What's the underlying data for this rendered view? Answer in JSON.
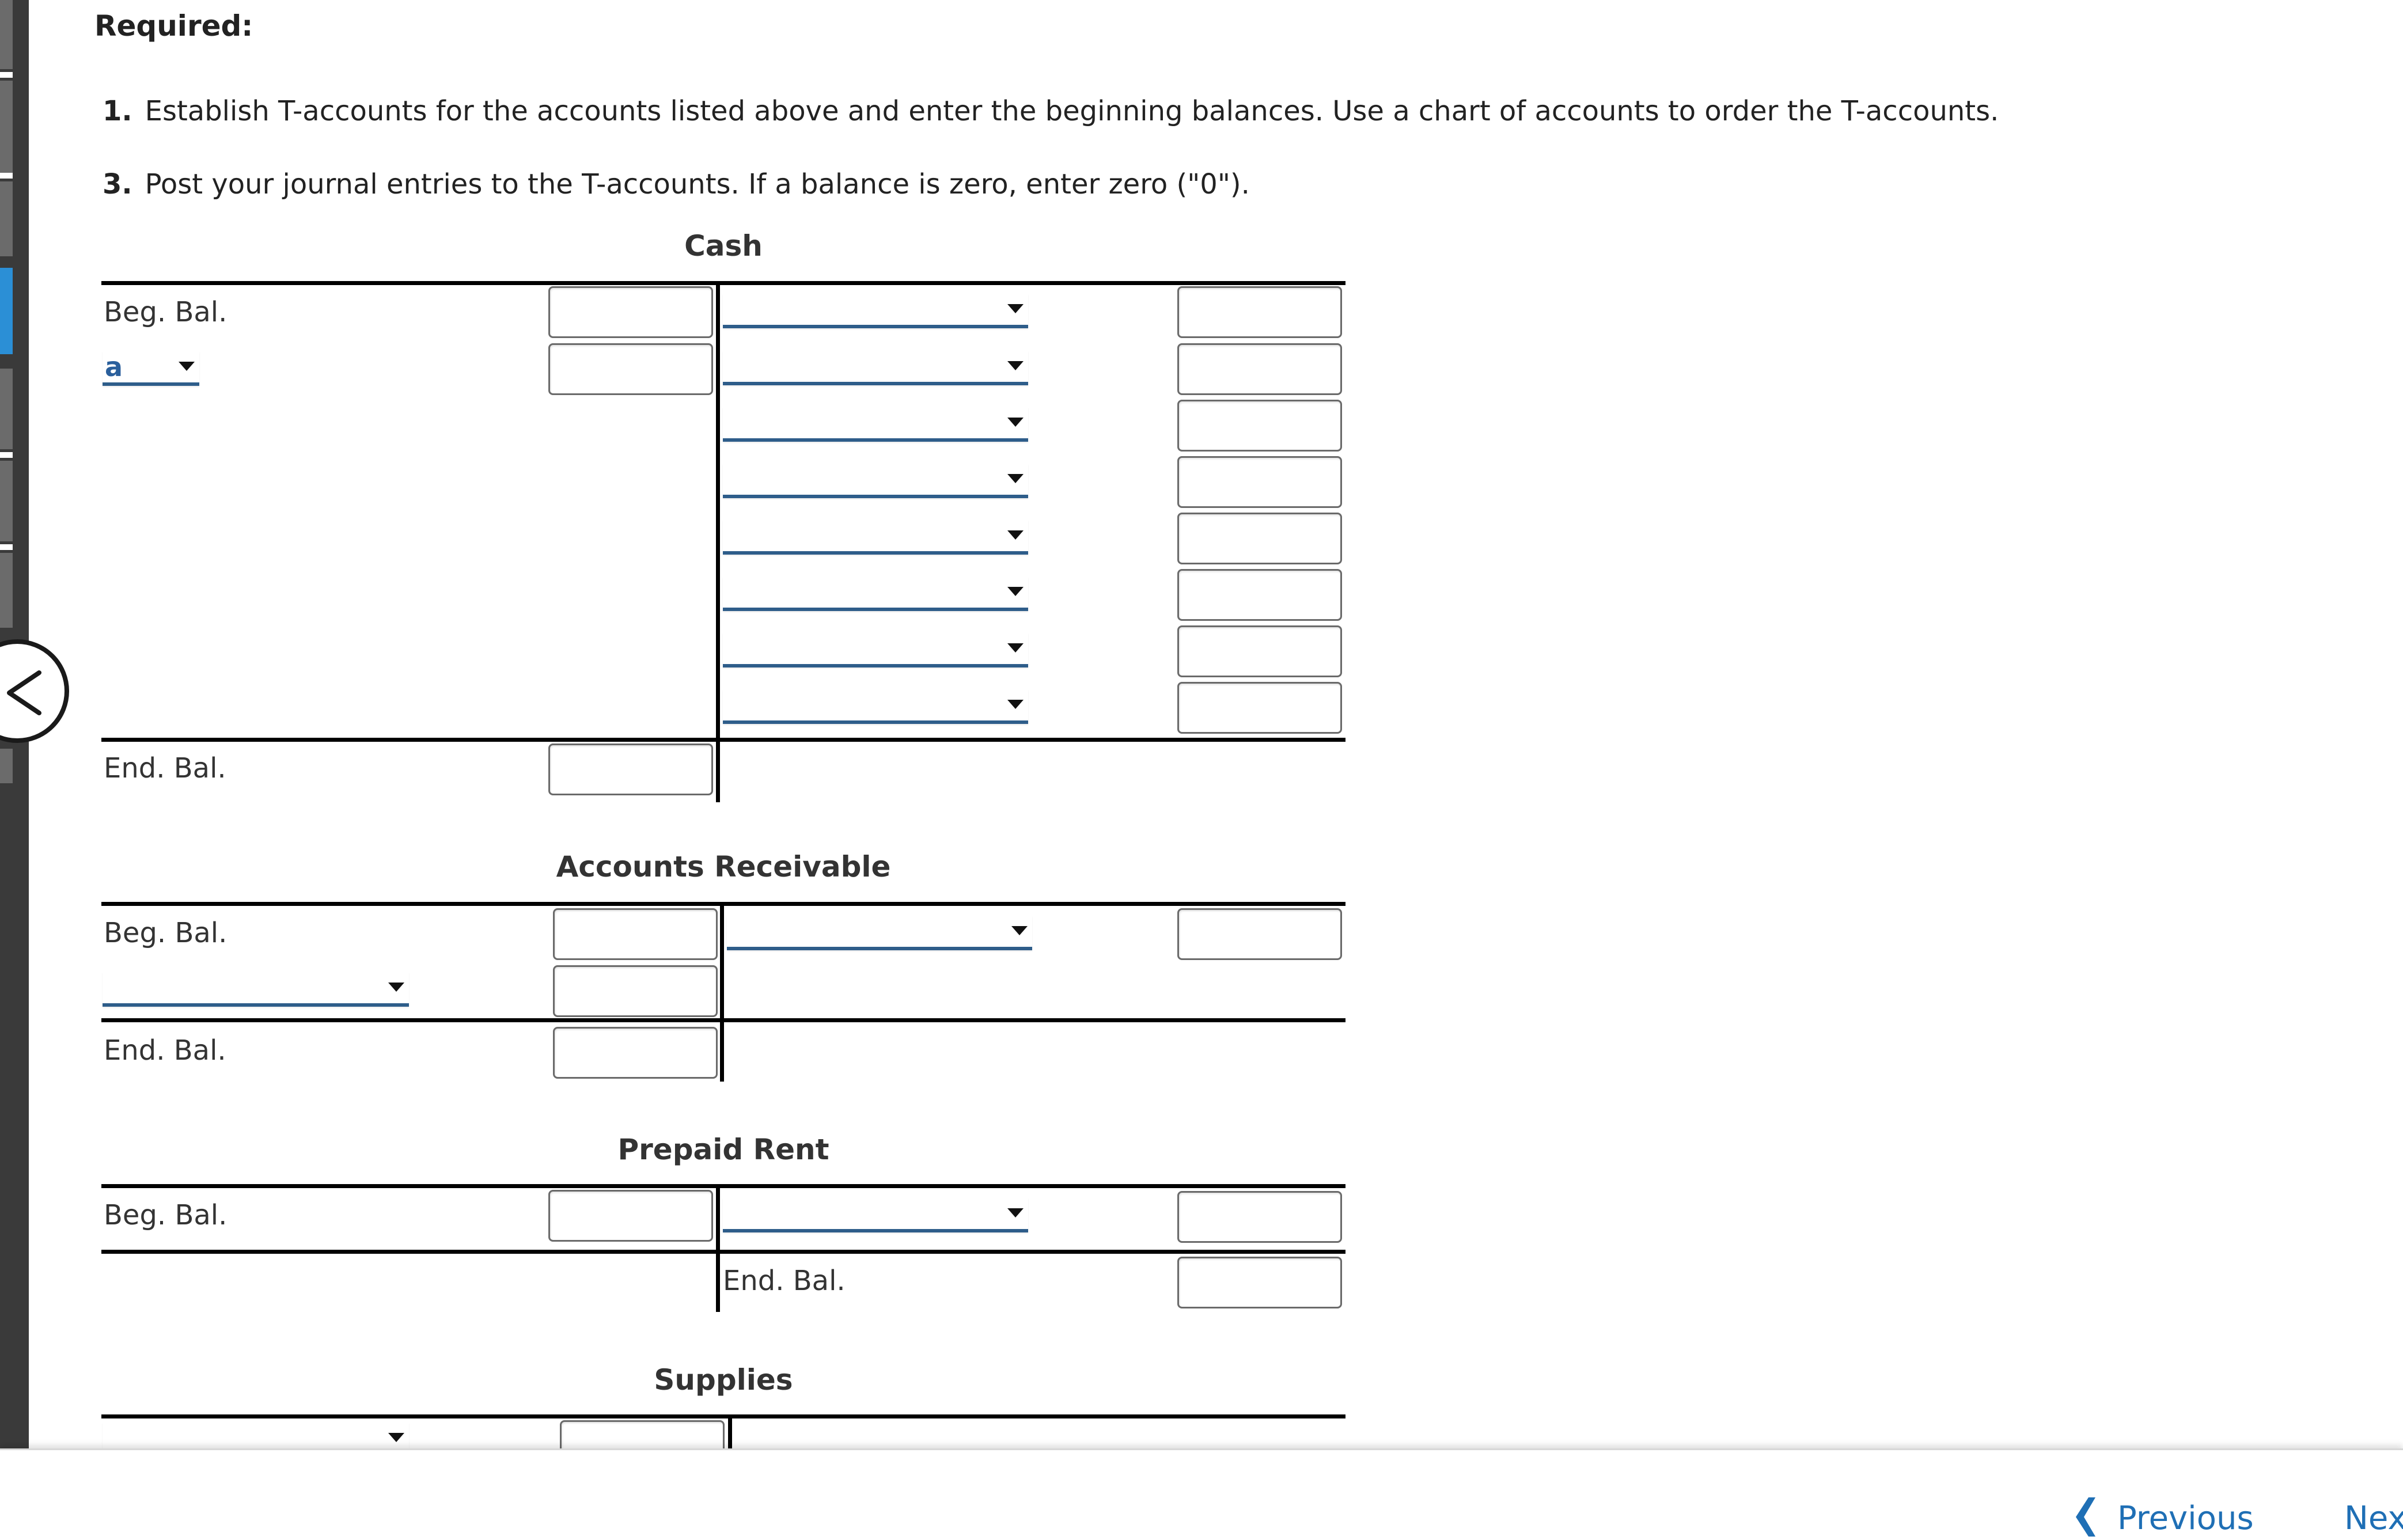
{
  "required_heading": "Required:",
  "instructions": [
    {
      "num": "1.",
      "text": "Establish T-accounts for the accounts listed above and enter the beginning balances. Use a chart of accounts to order the T-accounts."
    },
    {
      "num": "3.",
      "text": "Post your journal entries to the T-accounts. If a balance is zero, enter zero (\"0\")."
    }
  ],
  "accounts": {
    "cash": {
      "title": "Cash",
      "beg_label": "Beg. Bal.",
      "end_label": "End. Bal.",
      "debit_selected": "a"
    },
    "ar": {
      "title": "Accounts Receivable",
      "beg_label": "Beg. Bal.",
      "end_label": "End. Bal."
    },
    "prepaid": {
      "title": "Prepaid Rent",
      "beg_label": "Beg. Bal.",
      "end_label": "End. Bal."
    },
    "supplies": {
      "title": "Supplies"
    }
  },
  "nav": {
    "previous": "Previous",
    "next": "Nex"
  },
  "colors": {
    "link": "#1f6fb5",
    "select_underline": "#2e5d8a",
    "sidebar_active": "#2b8fd6"
  }
}
